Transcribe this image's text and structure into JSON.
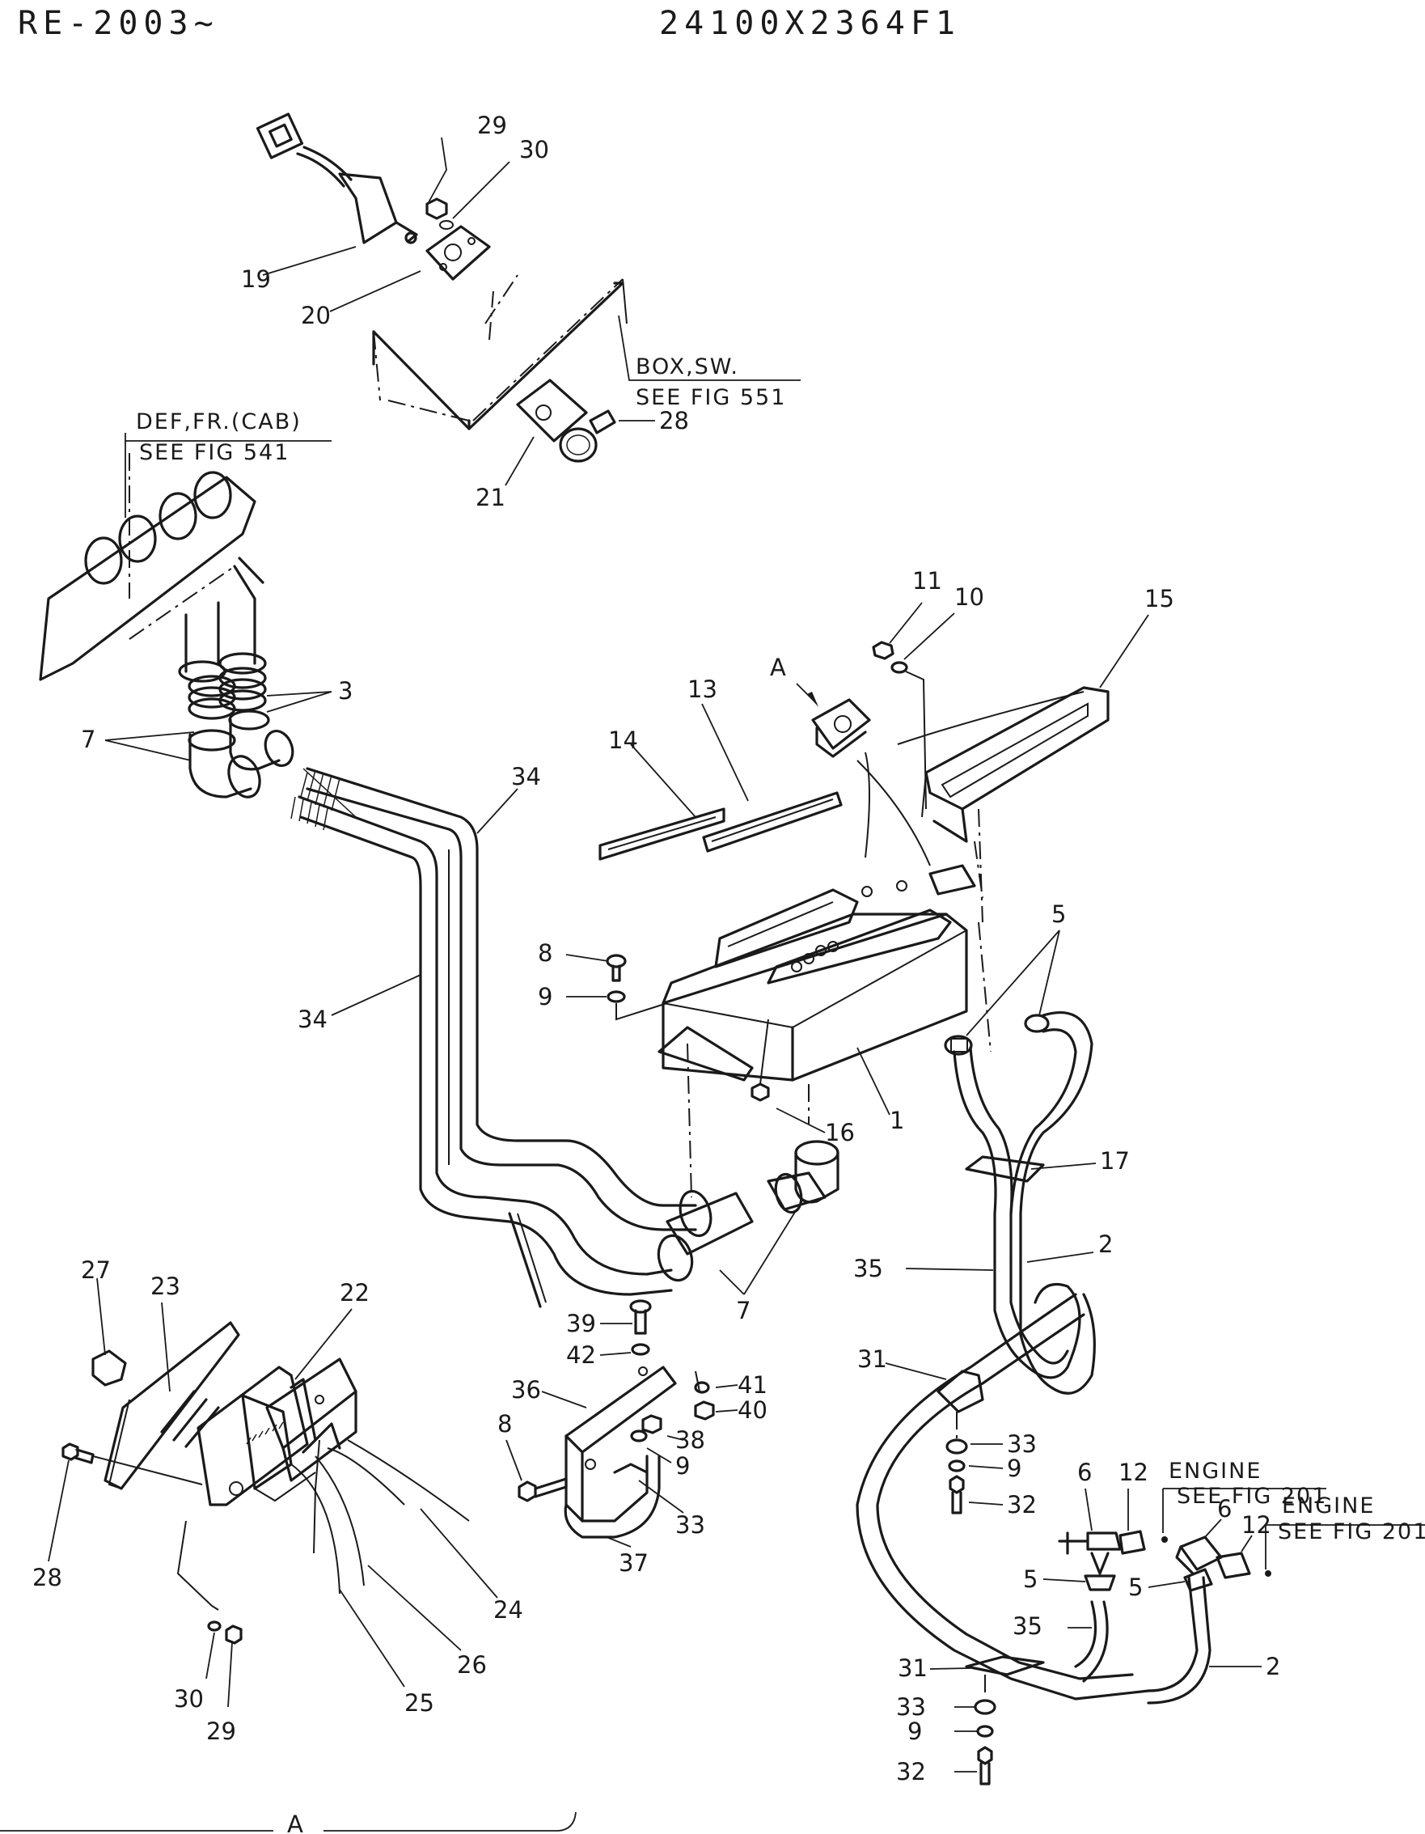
{
  "header": {
    "serial_range": "RE-2003~",
    "drawing_code": "24100X2364F1"
  },
  "references": {
    "box_sw": {
      "name": "BOX,SW.",
      "see": "SEE FIG 551"
    },
    "def_fr": {
      "name": "DEF,FR.(CAB)",
      "see": "SEE FIG 541"
    },
    "engine_1": {
      "name": "ENGINE",
      "see": "SEE FIG 201"
    },
    "engine_2": {
      "name": "ENGINE",
      "see": "SEE FIG 201"
    },
    "view_a": "A"
  },
  "callouts": {
    "c29a": "29",
    "c30a": "30",
    "c19": "19",
    "c20": "20",
    "c21": "21",
    "c28a": "28",
    "c3": "3",
    "c7a": "7",
    "c34a": "34",
    "c34b": "34",
    "c14": "14",
    "c13": "13",
    "cA": "A",
    "c11": "11",
    "c10": "10",
    "c15": "15",
    "c8a": "8",
    "c9a": "9",
    "c16": "16",
    "c1": "1",
    "c5a": "5",
    "c17": "17",
    "c7b": "7",
    "c35a": "35",
    "c2a": "2",
    "c39": "39",
    "c42": "42",
    "c36": "36",
    "c41": "41",
    "c40": "40",
    "c38": "38",
    "c9b": "9",
    "c8b": "8",
    "c33a": "33",
    "c37": "37",
    "c23": "23",
    "c22": "22",
    "c27": "27",
    "c28b": "28",
    "c24": "24",
    "c26": "26",
    "c25": "25",
    "c30b": "30",
    "c29b": "29",
    "c31a": "31",
    "c33b": "33",
    "c9c": "9",
    "c32a": "32",
    "c6a": "6",
    "c12a": "12",
    "c6b": "6",
    "c12b": "12",
    "c5b": "5",
    "c5c": "5",
    "c35b": "35",
    "c2b": "2",
    "c31b": "31",
    "c33c": "33",
    "c9d": "9",
    "c32b": "32"
  }
}
